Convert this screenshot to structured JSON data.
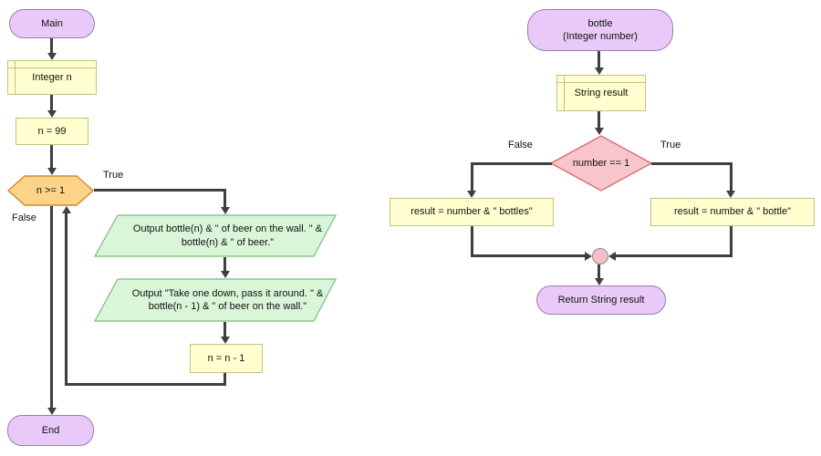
{
  "colors": {
    "line": "#3f3f3f",
    "terminator_fill": "#e9c9f7",
    "terminator_border": "#9b7cb4",
    "process_fill": "#ffffcf",
    "process_border": "#c2c282",
    "hex_fill": "#fbd389",
    "hex_border": "#d28a2e",
    "diamond_fill": "#f8c5cb",
    "diamond_border": "#d76f6f",
    "io_fill": "#d9f6d9",
    "io_border": "#7cba7c",
    "connector_fill": "#f5bfc9",
    "connector_border": "#8a8a8a"
  },
  "main_flow": {
    "start_label": "Main",
    "declare_label": "Integer n",
    "init_label": "n = 99",
    "condition_label": "n >= 1",
    "true_label": "True",
    "false_label": "False",
    "output1_line1": "Output bottle(n) & \" of beer on the wall. \" &",
    "output1_line2": "bottle(n) & \" of beer.\"",
    "output2_line1": "Output \"Take one down, pass it around. \" &",
    "output2_line2": "bottle(n - 1) & \" of beer on the wall.\"",
    "decrement_label": "n = n - 1",
    "end_label": "End"
  },
  "bottle_function": {
    "start_line1": "bottle",
    "start_line2": "(Integer number)",
    "declare_label": "String result",
    "condition_label": "number == 1",
    "false_label": "False",
    "true_label": "True",
    "false_branch_label": "result = number & \" bottles\"",
    "true_branch_label": "result = number & \" bottle\"",
    "return_label": "Return String result"
  }
}
